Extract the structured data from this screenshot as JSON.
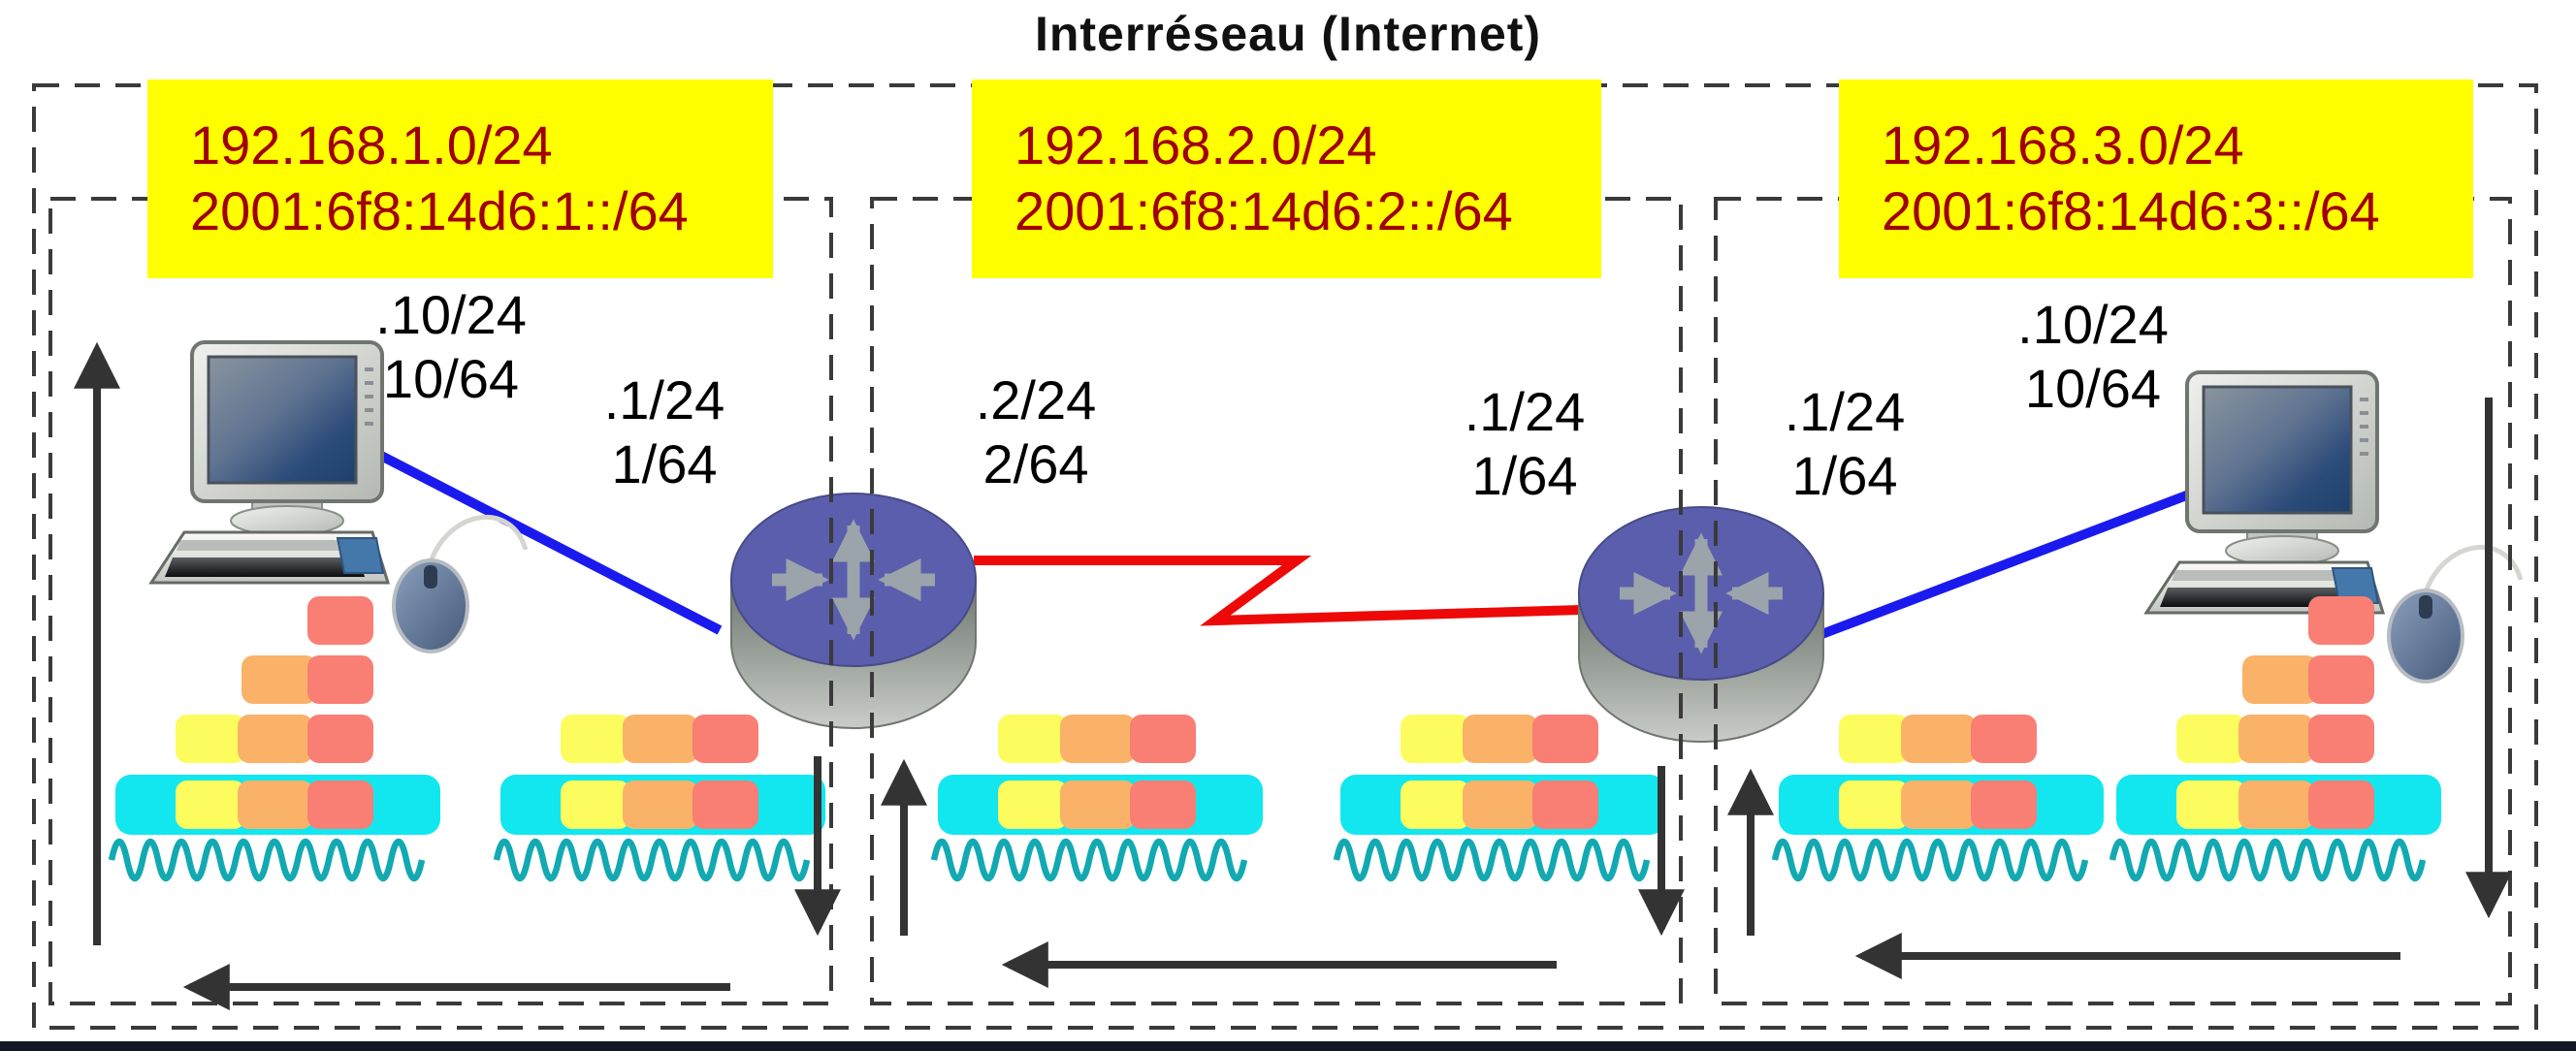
{
  "title": "Interréseau (Internet)",
  "subnets": [
    {
      "ipv4": "192.168.1.0/24",
      "ipv6": "2001:6f8:14d6:1::/64"
    },
    {
      "ipv4": "192.168.2.0/24",
      "ipv6": "2001:6f8:14d6:2::/64"
    },
    {
      "ipv4": "192.168.3.0/24",
      "ipv6": "2001:6f8:14d6:3::/64"
    }
  ],
  "interfaces": {
    "host1": {
      "ipv4": ".10/24",
      "ipv6": "10/64"
    },
    "router1_left": {
      "ipv4": ".1/24",
      "ipv6": "1/64"
    },
    "router1_right": {
      "ipv4": ".2/24",
      "ipv6": "2/64"
    },
    "router2_left": {
      "ipv4": ".1/24",
      "ipv6": "1/64"
    },
    "router2_right": {
      "ipv4": ".1/24",
      "ipv6": "1/64"
    },
    "host2": {
      "ipv4": ".10/24",
      "ipv6": "10/64"
    }
  },
  "icons": {
    "router": "cylinder-disk-with-four-arrows",
    "host": "desktop-computer-with-keyboard-and-mouse",
    "physical_layer": "sine-wave",
    "lan_link": "straight-blue-line",
    "wan_link": "red-zigzag-line"
  },
  "colors": {
    "label-bg": "#ffff00",
    "label-text": "#a00000",
    "app": "#f97e74",
    "transport": "#fab269",
    "network": "#fcfc5e",
    "frame": "#12e7ef",
    "wave": "#12a9b2",
    "lan-link": "#1a1aef",
    "wan-link": "#ee0909",
    "router-top": "#5a5ead",
    "router-arrow": "#9ba3ab",
    "arrow": "#333333",
    "border": "#3a3a3a",
    "bottom-bar": "#141824"
  }
}
